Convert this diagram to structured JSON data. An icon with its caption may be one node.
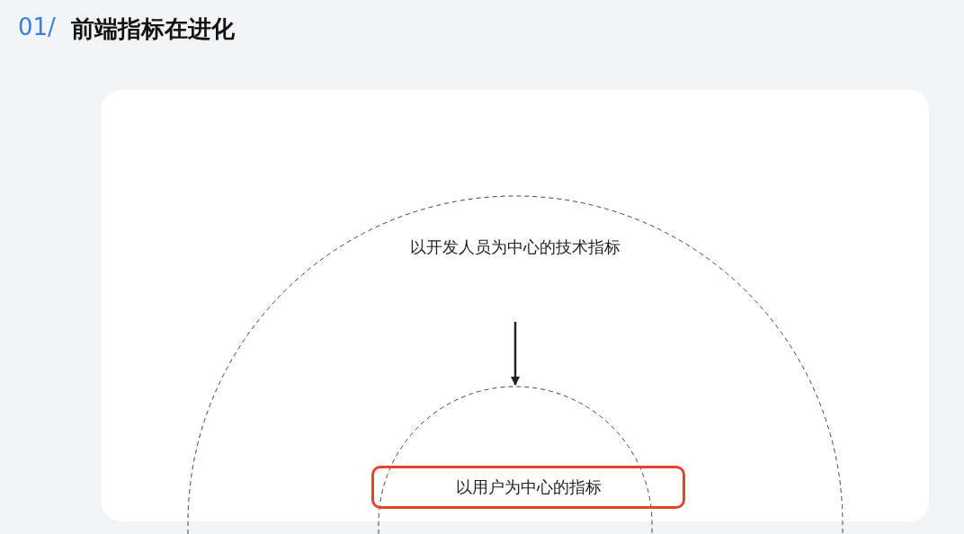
{
  "diagram": {
    "title": "前端指标在进化",
    "nodes": [
      {
        "text": [],
        "shape": "circle"
      },
      {
        "text": [
          "以开发人员为中心的技术指标"
        ],
        "in": 0
      },
      {
        "text": [],
        "shape": "circle",
        "in": 0
      },
      {
        "text": [
          "以用户为中心的指标"
        ],
        "in": 0
      }
    ],
    "edges": [
      {
        "from": 1,
        "to": 2,
        "arrow": "to"
      }
    ],
    "labels": [
      "01/"
    ]
  }
}
